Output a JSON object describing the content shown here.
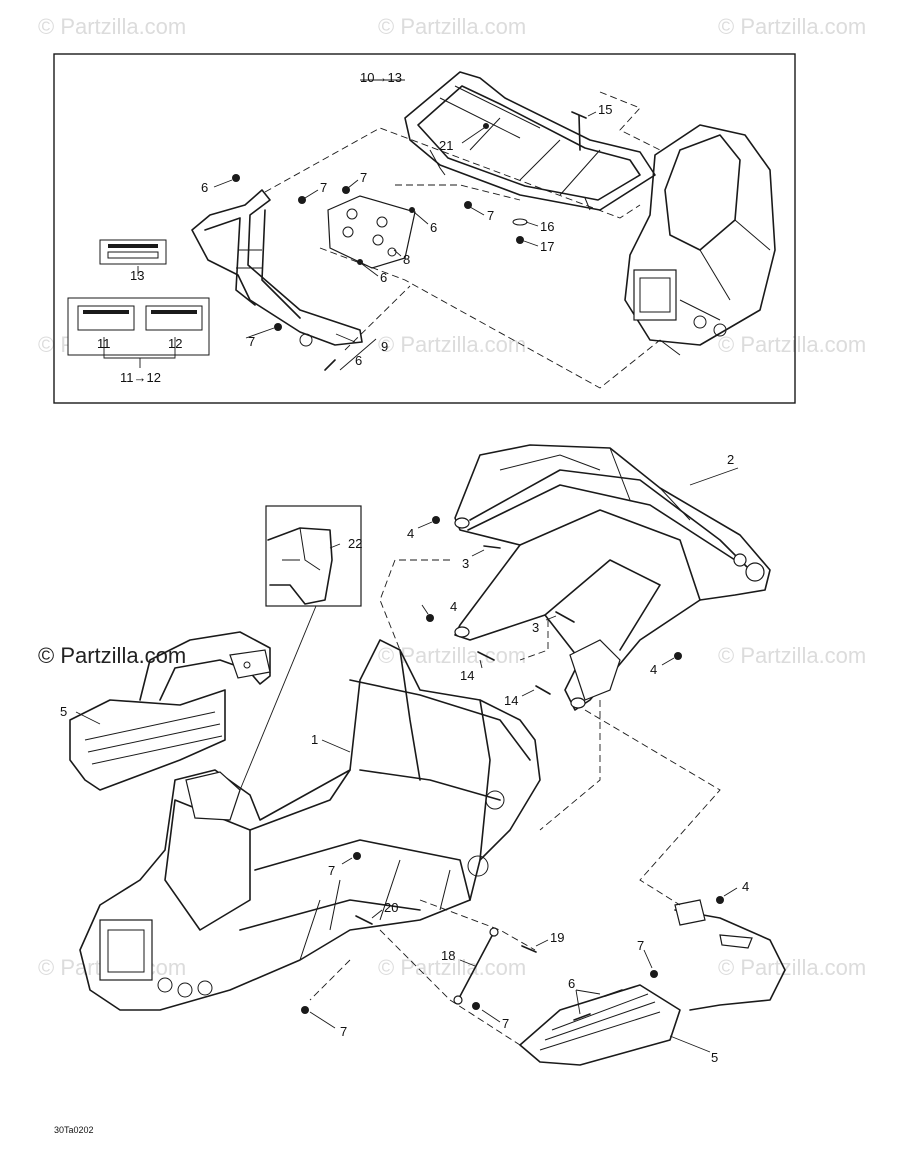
{
  "watermarks": {
    "text": "© Partzilla.com",
    "featured": "© Partzilla.com"
  },
  "drawing_code": "30Ta0202",
  "callouts": {
    "c1": "1",
    "c2": "2",
    "c3a": "3",
    "c3b": "3",
    "c4a": "4",
    "c4b": "4",
    "c4c": "4",
    "c4d": "4",
    "c5a": "5",
    "c5b": "5",
    "c6a": "6",
    "c6b": "6",
    "c6c": "6",
    "c6d": "6",
    "c6e": "6",
    "c7a": "7",
    "c7b": "7",
    "c7c": "7",
    "c7d": "7",
    "c7e": "7",
    "c7f": "7",
    "c7g": "7",
    "c7h": "7",
    "c8": "8",
    "c9": "9",
    "c10to13": "10→13",
    "c11": "11",
    "c11to12": "11→12",
    "c12": "12",
    "c13": "13",
    "c14a": "14",
    "c14b": "14",
    "c15": "15",
    "c16": "16",
    "c17": "17",
    "c18": "18",
    "c19": "19",
    "c20": "20",
    "c21": "21",
    "c22": "22"
  }
}
